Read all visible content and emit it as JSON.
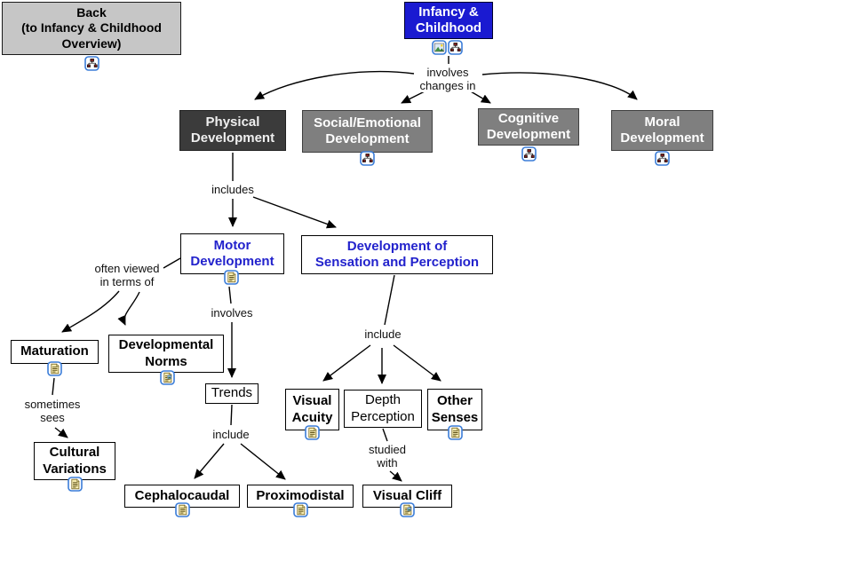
{
  "title": "Infancy & Childhood concept map",
  "colors": {
    "root_node_bg": "#1a1ad1",
    "primary_node_dark_bg": "#3b3b3b",
    "primary_node_gray_bg": "#7f7f7f",
    "back_button_bg": "#c6c6c6",
    "link_text_blue": "#2222cc",
    "connector": "#000000"
  },
  "nodes": {
    "back": {
      "label": "Back\n(to Infancy & Childhood\nOverview)",
      "icon": "concept-map-icon"
    },
    "infancy": {
      "label": "Infancy &\nChildhood",
      "icons": [
        "picture-icon",
        "concept-map-icon"
      ]
    },
    "physical": {
      "label": "Physical\nDevelopment"
    },
    "social": {
      "label": "Social/Emotional\nDevelopment",
      "icon": "concept-map-icon"
    },
    "cognitive": {
      "label": "Cognitive\nDevelopment",
      "icon": "concept-map-icon"
    },
    "moral": {
      "label": "Moral\nDevelopment",
      "icon": "concept-map-icon"
    },
    "motor": {
      "label": "Motor\nDevelopment",
      "icon": "document-icon"
    },
    "sensation": {
      "label": "Development of\nSensation and Perception"
    },
    "maturation": {
      "label": "Maturation",
      "icon": "document-icon"
    },
    "developmental_norms": {
      "label": "Developmental\nNorms",
      "icon": "document-image-icon"
    },
    "trends": {
      "label": "Trends"
    },
    "cephalocaudal": {
      "label": "Cephalocaudal",
      "icon": "document-icon"
    },
    "proximodistal": {
      "label": "Proximodistal",
      "icon": "document-icon"
    },
    "visual_acuity": {
      "label": "Visual\nAcuity",
      "icon": "document-icon"
    },
    "depth_perception": {
      "label": "Depth\nPerception"
    },
    "other_senses": {
      "label": "Other\nSenses",
      "icon": "document-icon"
    },
    "visual_cliff": {
      "label": "Visual Cliff",
      "icon": "document-image-icon"
    },
    "cultural_variations": {
      "label": "Cultural\nVariations",
      "icon": "document-icon"
    }
  },
  "edge_labels": {
    "involves_changes_in": "involves\nchanges in",
    "includes": "includes",
    "often_viewed": "often viewed\nin terms of",
    "involves": "involves",
    "include_left": "include",
    "include_right": "include",
    "sometimes_sees": "sometimes\nsees",
    "studied_with": "studied\nwith"
  }
}
